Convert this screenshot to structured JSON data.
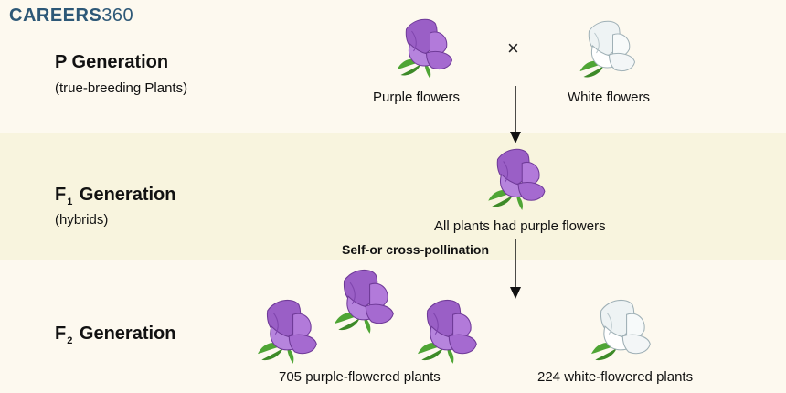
{
  "logo": {
    "brand": "CAREERS",
    "num": "360"
  },
  "p_generation": {
    "title": "P Generation",
    "subtitle": "(true-breeding Plants)",
    "cross_symbol": "×",
    "purple_label": "Purple flowers",
    "white_label": "White flowers"
  },
  "f1_generation": {
    "title_prefix": "F",
    "title_sub": "1",
    "title_suffix": "Generation",
    "subtitle": "(hybrids)",
    "result": "All plants had purple flowers"
  },
  "pollination_label": "Self-or cross-pollination",
  "f2_generation": {
    "title_prefix": "F",
    "title_sub": "2",
    "title_suffix": "Generation",
    "purple_count_label": "705 purple-flowered plants",
    "white_count_label": "224 white-flowered plants"
  },
  "colors": {
    "purple_petal": "#a56ad0",
    "purple_dark": "#7f45ad",
    "white_petal": "#f3f6f7",
    "white_shade": "#c9d4d8",
    "leaf": "#4fa535",
    "band_light": "#fdf9ef",
    "band_mid": "#f8f4de",
    "logo": "#2d5877"
  }
}
